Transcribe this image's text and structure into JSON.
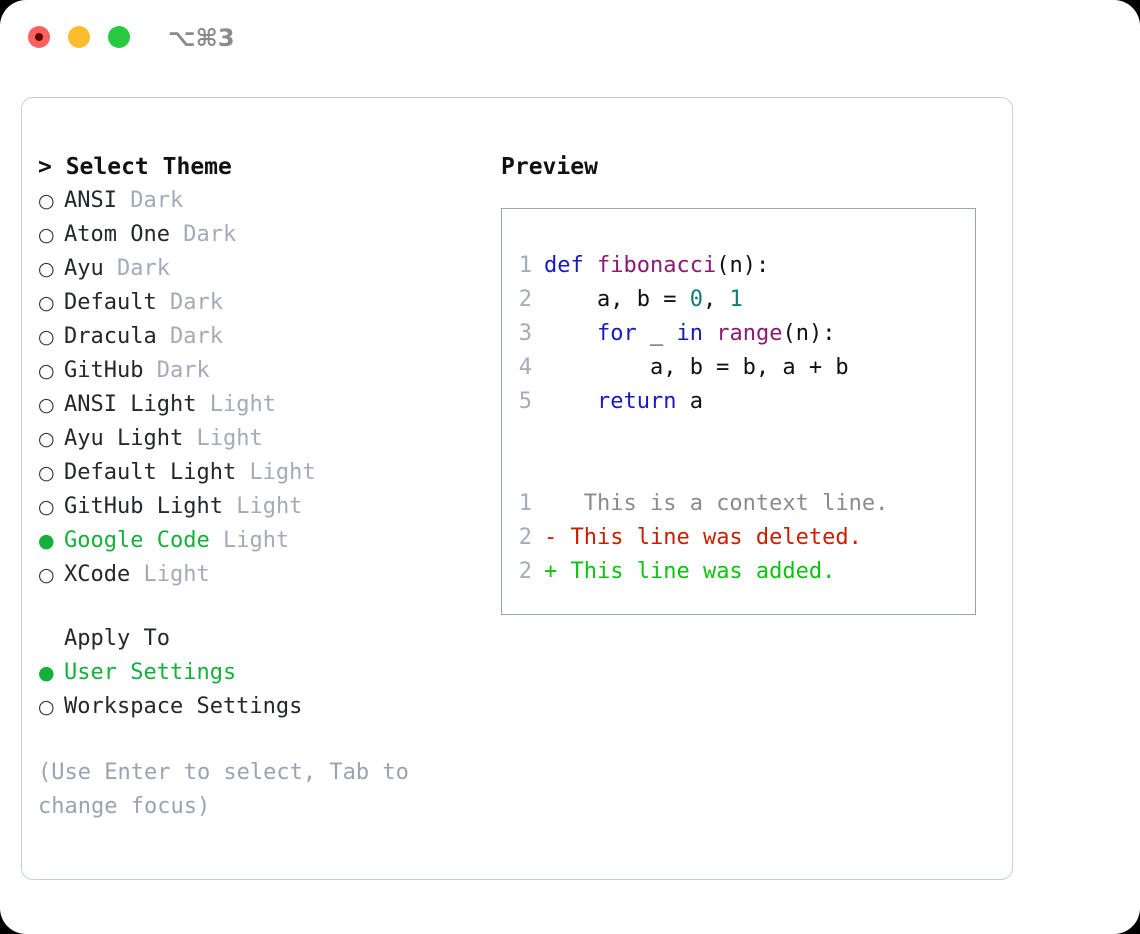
{
  "window": {
    "shortcut": "⌥⌘3",
    "traffic_lights": [
      {
        "name": "close-button",
        "color": "#f9615f",
        "recording": true
      },
      {
        "name": "minimize-button",
        "color": "#fbbd2e",
        "recording": false
      },
      {
        "name": "maximize-button",
        "color": "#28c840",
        "recording": false
      }
    ]
  },
  "theme_picker": {
    "header": "> Select Theme",
    "options": [
      {
        "marker": "○",
        "name": "ANSI",
        "variant": "Dark",
        "selected": false
      },
      {
        "marker": "○",
        "name": "Atom One",
        "variant": "Dark",
        "selected": false
      },
      {
        "marker": "○",
        "name": "Ayu",
        "variant": "Dark",
        "selected": false
      },
      {
        "marker": "○",
        "name": "Default",
        "variant": "Dark",
        "selected": false
      },
      {
        "marker": "○",
        "name": "Dracula",
        "variant": "Dark",
        "selected": false
      },
      {
        "marker": "○",
        "name": "GitHub",
        "variant": "Dark",
        "selected": false
      },
      {
        "marker": "○",
        "name": "ANSI Light",
        "variant": "Light",
        "selected": false
      },
      {
        "marker": "○",
        "name": "Ayu Light",
        "variant": "Light",
        "selected": false
      },
      {
        "marker": "○",
        "name": "Default Light",
        "variant": "Light",
        "selected": false
      },
      {
        "marker": "○",
        "name": "GitHub Light",
        "variant": "Light",
        "selected": false
      },
      {
        "marker": "●",
        "name": "Google Code",
        "variant": "Light",
        "selected": true
      },
      {
        "marker": "○",
        "name": "XCode",
        "variant": "Light",
        "selected": false
      }
    ]
  },
  "apply_to": {
    "header": "Apply To",
    "options": [
      {
        "marker": "●",
        "label": "User Settings",
        "selected": true
      },
      {
        "marker": "○",
        "label": "Workspace Settings",
        "selected": false
      }
    ]
  },
  "hint": "(Use Enter to select, Tab to change focus)",
  "preview": {
    "title": "Preview",
    "code_lines": [
      {
        "lnum": "1",
        "tokens": [
          {
            "t": "def",
            "c": "kw"
          },
          {
            "t": " ",
            "c": "pun"
          },
          {
            "t": "fibonacci",
            "c": "fn"
          },
          {
            "t": "(n):",
            "c": "pun"
          }
        ]
      },
      {
        "lnum": "2",
        "tokens": [
          {
            "t": "    a, b = ",
            "c": "pun"
          },
          {
            "t": "0",
            "c": "num"
          },
          {
            "t": ", ",
            "c": "pun"
          },
          {
            "t": "1",
            "c": "num"
          }
        ]
      },
      {
        "lnum": "3",
        "tokens": [
          {
            "t": "    ",
            "c": "pun"
          },
          {
            "t": "for",
            "c": "kw"
          },
          {
            "t": " _ ",
            "c": "pun"
          },
          {
            "t": "in",
            "c": "kw"
          },
          {
            "t": " ",
            "c": "pun"
          },
          {
            "t": "range",
            "c": "fn"
          },
          {
            "t": "(n):",
            "c": "pun"
          }
        ]
      },
      {
        "lnum": "4",
        "tokens": [
          {
            "t": "        a, b = b, a + b",
            "c": "pun"
          }
        ]
      },
      {
        "lnum": "5",
        "tokens": [
          {
            "t": "    ",
            "c": "pun"
          },
          {
            "t": "return",
            "c": "kw"
          },
          {
            "t": " a",
            "c": "pun"
          }
        ]
      }
    ],
    "diff_lines": [
      {
        "lnum": "1",
        "sign": " ",
        "text": "  This is a context line.",
        "kind": "context"
      },
      {
        "lnum": "2",
        "sign": "-",
        "text": " This line was deleted.",
        "kind": "deleted"
      },
      {
        "lnum": "2",
        "sign": "+",
        "text": " This line was added.",
        "kind": "added"
      }
    ]
  },
  "colors": {
    "keyword": "#1a1ac4",
    "function": "#8c1a74",
    "number": "#0e7c7b",
    "text": "#111111",
    "line_number": "#a3acbb",
    "diff_context": "#8c8c8c",
    "diff_deleted": "#c62000",
    "diff_added": "#0cc40c",
    "selected_green": "#13b13c",
    "muted": "#a3abb8",
    "hint": "#9aa3b0",
    "panel_border": "#c7cdd6",
    "code_border": "#9aa5b4"
  }
}
